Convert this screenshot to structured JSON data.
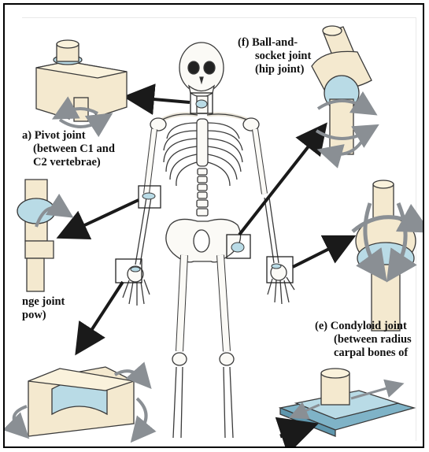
{
  "labels": {
    "ball_socket": [
      "(f) Ball-and-",
      "socket joint",
      "(hip joint)"
    ],
    "pivot": [
      "a) Pivot joint",
      "(between C1 and",
      "C2 vertebrae)"
    ],
    "hinge": [
      "nge joint",
      "pow)"
    ],
    "condyloid": [
      "(e) Condyloid joint",
      "(between radius",
      "carpal bones of"
    ]
  },
  "colors": {
    "bone": "#f4e9cf",
    "bone_outline": "#3a3a3a",
    "cartilage": "#b9dbe6",
    "arrow": "#1a1a1a",
    "rotation_arrow": "#8a8f94",
    "plane_slab": "#7fb3c7"
  }
}
